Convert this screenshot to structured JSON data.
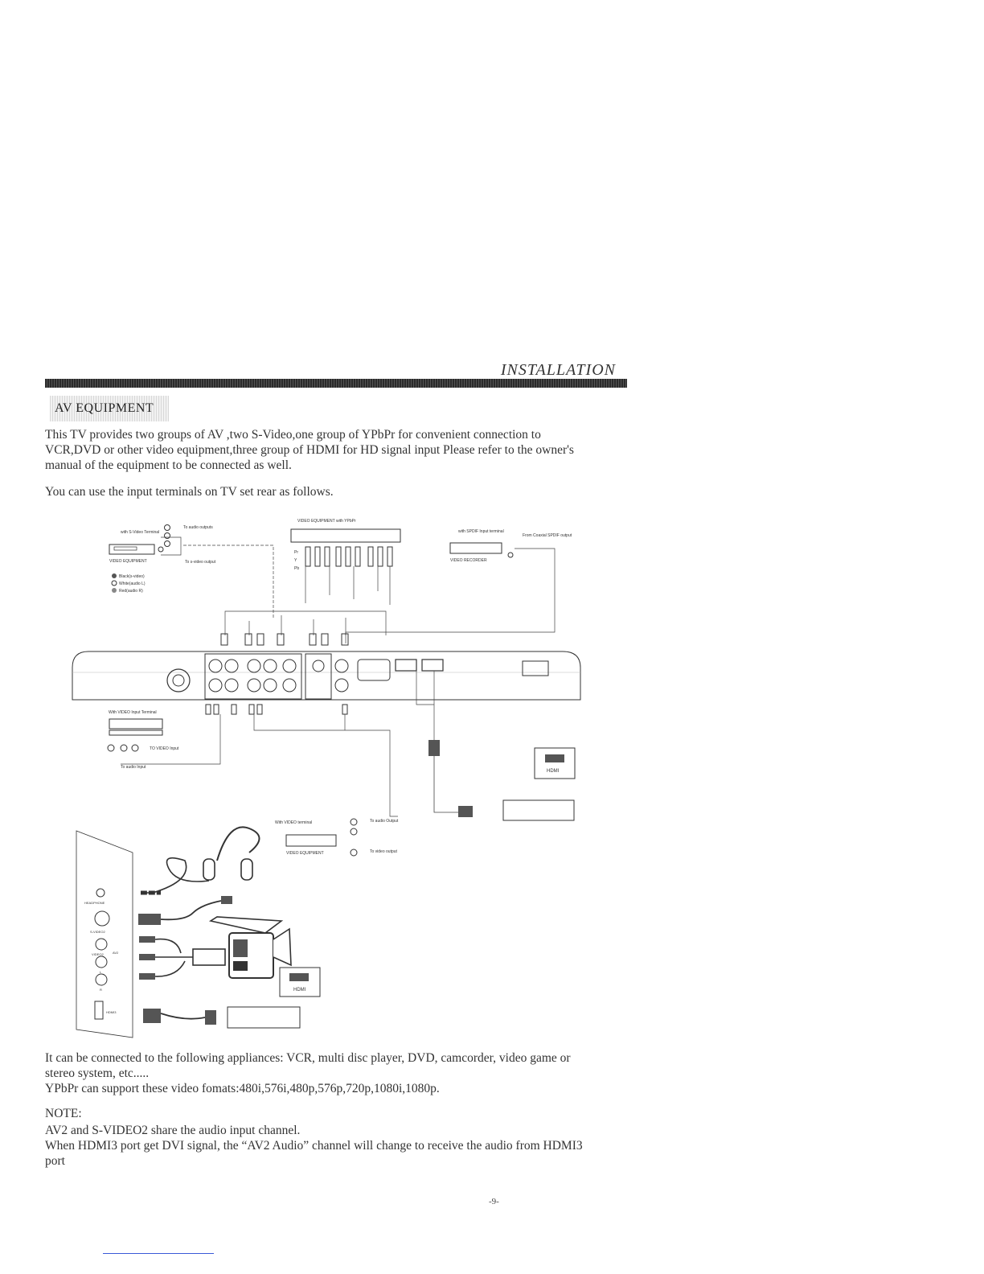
{
  "header": {
    "title": "INSTALLATION"
  },
  "section": {
    "heading": "AV EQUIPMENT"
  },
  "intro": {
    "paragraph1": "This TV provides two groups of AV ,two S-Video,one group of YPbPr for convenient connection to VCR,DVD or other video equipment,three group of HDMI for HD signal input Please refer to the owner's manual of the equipment to be connected as well.",
    "paragraph2": "You can use the input terminals on TV set rear as follows."
  },
  "diagram": {
    "labels": {
      "svideo_terminal": "with S-Video Terminal",
      "to_audio_outputs": "To audio outputs",
      "to_svideo_output": "To s-video output",
      "video_equipment": "VIDEO EQUIPMENT",
      "legend_black": "Black(s-video)",
      "legend_white": "White(audio L)",
      "legend_red": "Red(audio R)",
      "ypbpr_equipment": "VIDEO EQUIPMENT with YPbPr",
      "pr": "Pr",
      "y": "Y",
      "pb": "Pb",
      "spdif_terminal": "with SPDIF Input terminal",
      "from_coaxial_spdif": "From Coaxial SPDIF output",
      "video_recorder": "VIDEO RECORDER",
      "video_input_terminal": "With VIDEO Input Terminal",
      "to_video_input": "TO VIDEO Input",
      "to_audio_input": "To audio Input",
      "hdmi": "HDMI",
      "with_video_terminal": "With VIDEO terminal",
      "to_audio_output": "To audio Output",
      "to_video_output": "To video output",
      "video_equipment_2": "VIDEO EQUIPMENT",
      "headphone": "HEADPHONE",
      "svideo2": "S-VIDEO2",
      "video2": "VIDEO2",
      "av2": "AV2",
      "l": "L",
      "r": "R",
      "hdmi3": "HDMI3",
      "hdmi_side": "HDMI"
    }
  },
  "appliances": {
    "paragraph": "It can be connected to the following appliances: VCR, multi disc player, DVD, camcorder, video game or stereo system, etc.....",
    "ypbpr": "YPbPr can support these video fomats:480i,576i,480p,576p,720p,1080i,1080p."
  },
  "note": {
    "title": "NOTE:",
    "line1": "AV2 and S-VIDEO2 share the audio input channel.",
    "line2": "When HDMI3 port get DVI signal, the “AV2 Audio” channel will change to receive the audio from HDMI3 port"
  },
  "footer": {
    "page_number": "-9-"
  }
}
